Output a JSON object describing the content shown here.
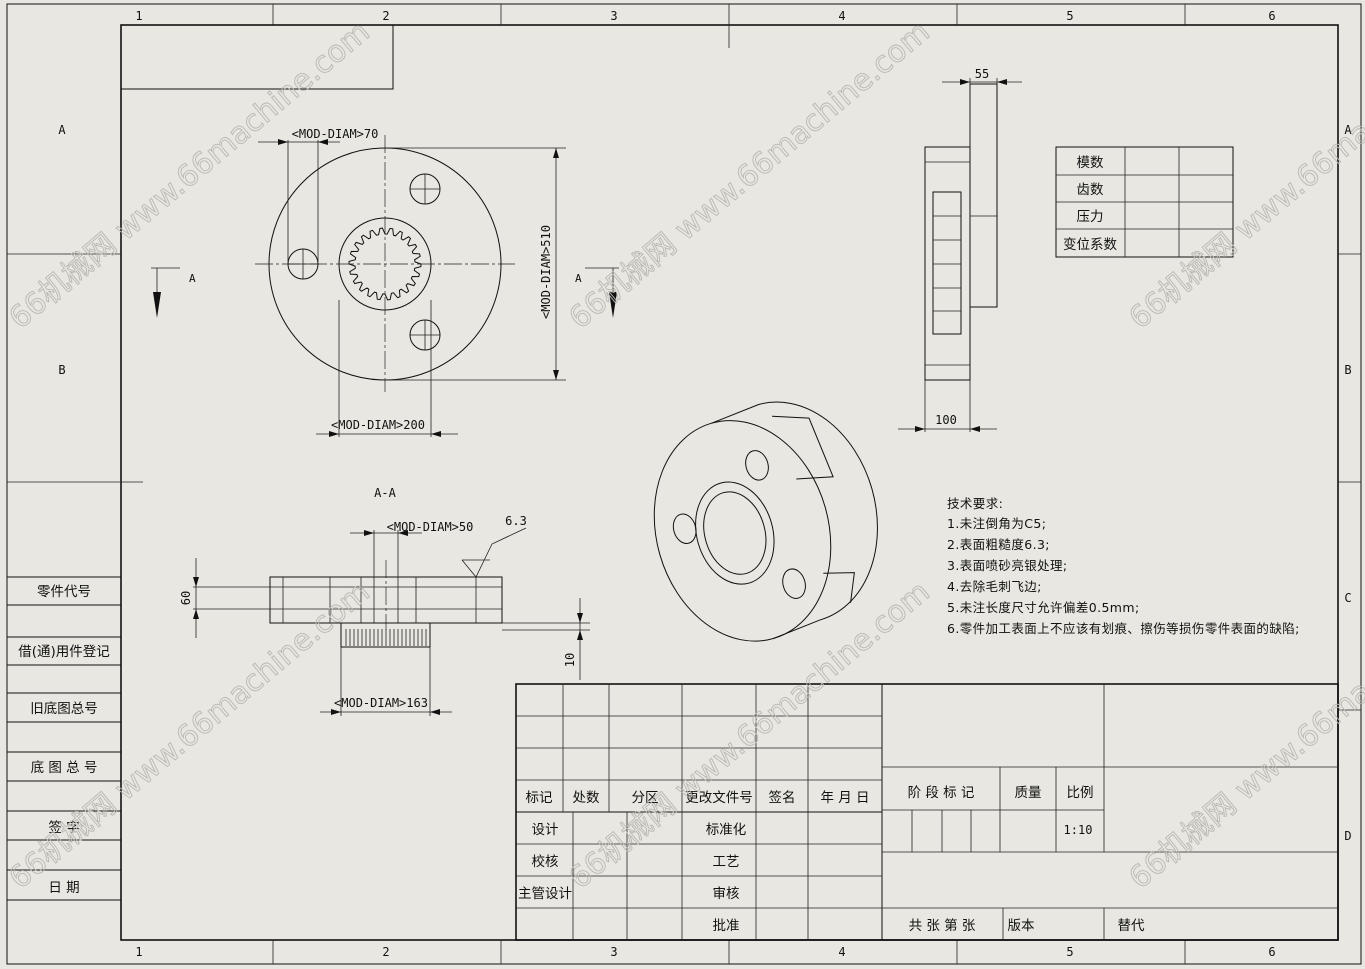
{
  "zones": {
    "cols": [
      "1",
      "2",
      "3",
      "4",
      "5",
      "6"
    ],
    "rows": [
      "A",
      "B",
      "C",
      "D"
    ]
  },
  "left_strip": [
    "零件代号",
    "借(通)用件登记",
    "旧底图总号",
    "底 图 总 号",
    "签 字",
    "日 期"
  ],
  "views": {
    "section_marker": "A",
    "section_title": "A-A",
    "front_dims": {
      "hole_dia": "<MOD-DIAM>70",
      "bore_dia": "<MOD-DIAM>200",
      "outer_dia": "<MOD-DIAM>510"
    },
    "side_dims": {
      "width_top": "55",
      "width_bottom": "100"
    },
    "section_dims": {
      "hole_dia": "<MOD-DIAM>50",
      "roughness": "6.3",
      "thickness": "60",
      "step": "10",
      "gear_dia": "<MOD-DIAM>163"
    }
  },
  "gear_params": [
    "模数",
    "齿数",
    "压力",
    "变位系数"
  ],
  "tech_requirements": {
    "title": "技术要求:",
    "items": [
      "1.未注倒角为C5;",
      "2.表面粗糙度6.3;",
      "3.表面喷砂亮银处理;",
      "4.去除毛刺飞边;",
      "5.未注长度尺寸允许偏差0.5mm;",
      "6.零件加工表面上不应该有划痕、擦伤等损伤零件表面的缺陷;"
    ]
  },
  "title_block": {
    "rev_headers": [
      "标记",
      "处数",
      "分区",
      "更改文件号",
      "签名",
      "年 月 日"
    ],
    "signoff_left": [
      "设计",
      "校核",
      "主管设计"
    ],
    "signoff_right": [
      "标准化",
      "工艺",
      "审核",
      "批准"
    ],
    "stage_label": "阶 段 标 记",
    "mass_label": "质量",
    "scale_label": "比例",
    "scale_value": "1:10",
    "sheets_label": "共  张  第  张",
    "version_label": "版本",
    "replace_label": "替代"
  },
  "watermark": "66机械网 www.66machine.com"
}
